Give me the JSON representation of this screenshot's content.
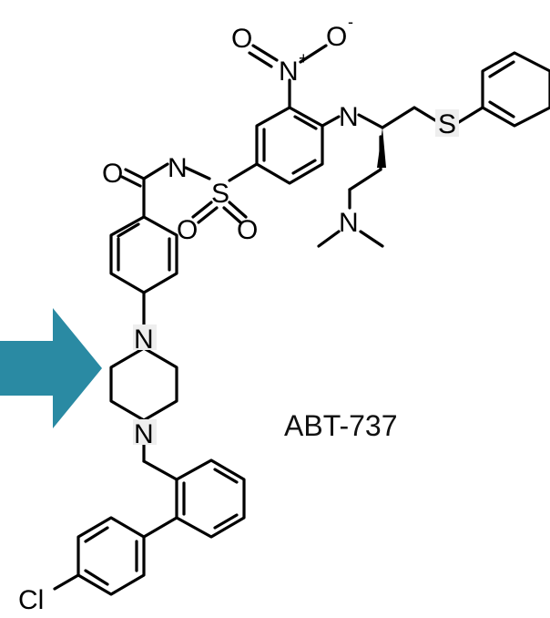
{
  "compound": {
    "name": "ABT-737"
  },
  "arrow": {
    "color": "#2a8aa3",
    "icon": "right-arrow-icon"
  },
  "atoms": {
    "nitro_o1": "O",
    "nitro_n": "N",
    "nitro_n_charge": "+",
    "nitro_o2": "O",
    "nitro_o2_charge": "-",
    "amine_n": "N",
    "sulfur_thio": "S",
    "sulfonamide_n": "N",
    "sulfonyl_s": "S",
    "sulfonyl_o1": "O",
    "sulfonyl_o2": "O",
    "carbonyl_o": "O",
    "dimethylamine_n": "N",
    "piperazine_n1": "N",
    "piperazine_n2": "N",
    "chlorine": "Cl"
  }
}
